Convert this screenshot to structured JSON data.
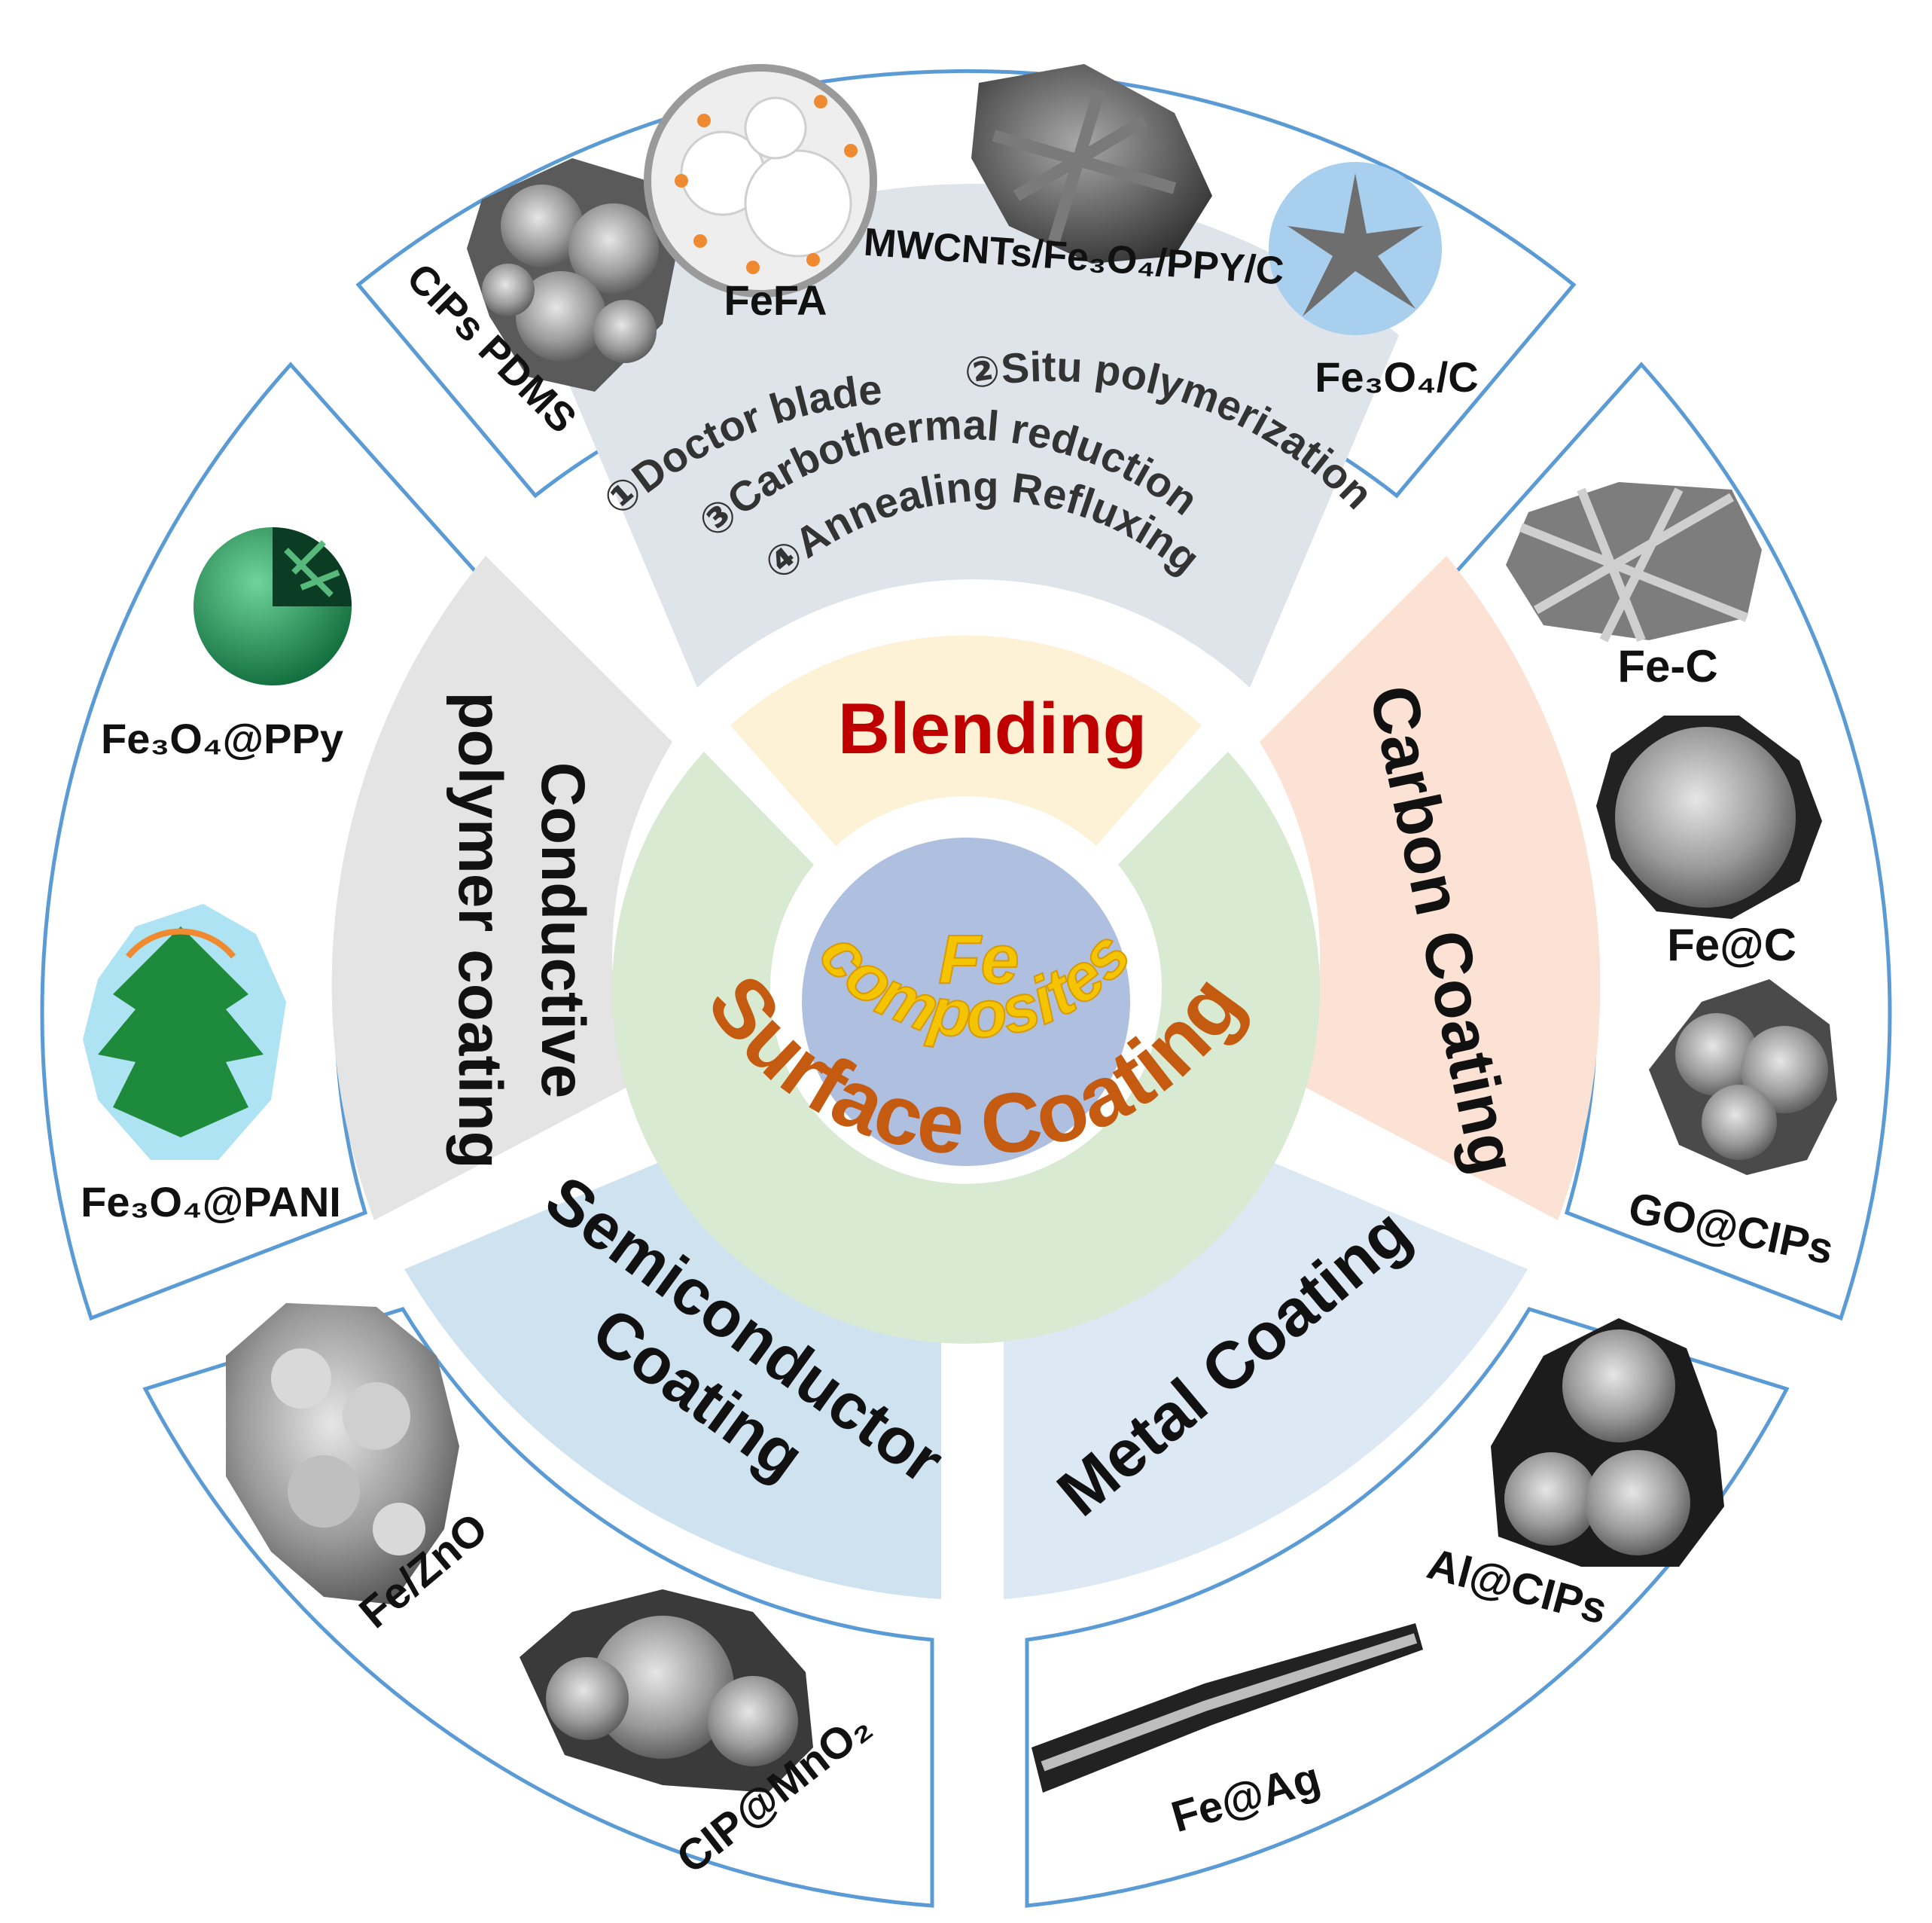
{
  "center": {
    "line1": "Fe",
    "line2": "composites"
  },
  "inner": {
    "blending": "Blending",
    "surface": "Surface Coating"
  },
  "categories": {
    "conductive_line1": "Conductive",
    "conductive_line2": "polymer coating",
    "carbon": "Carbon Coating",
    "metal": "Metal Coating",
    "semi_line1": "Semiconductor",
    "semi_line2": "Coating"
  },
  "methods": {
    "m1": "①Doctor blade",
    "m2": "②Situ polymerization",
    "m3": "③Carbothermal reduction",
    "m4": "④Annealing Refluxing"
  },
  "samples": {
    "cips_pdms": "CIPs PDMS",
    "fefa": "FeFA",
    "mwcnts": "MWCNTs/Fe₃O₄/PPY/C",
    "fe3o4_c": "Fe₃O₄/C",
    "fe3o4_ppy": "Fe₃O₄@PPy",
    "fe3o4_pani": "Fe₃O₄@PANI",
    "fe_c": "Fe-C",
    "fe_at_c": "Fe@C",
    "go_cips": "GO@CIPs",
    "al_cips": "Al@CIPs",
    "fe_ag": "Fe@Ag",
    "fe_zno": "Fe/ZnO",
    "cip_mno2": "CIP@MnO₂"
  },
  "colors": {
    "center": "#aebfe0",
    "surface_ring": "#d9ead2",
    "blending_seg": "#fdf1d6",
    "top_seg": "#dfe3ea",
    "left_seg": "#e4e4e4",
    "right_seg": "#fbe2d4",
    "bottom_seg": "#cfe2f0",
    "outline": "#5b9bd5",
    "center_text": "#f5c400",
    "blending_text": "#c00000",
    "surface_text": "#c55a11"
  }
}
